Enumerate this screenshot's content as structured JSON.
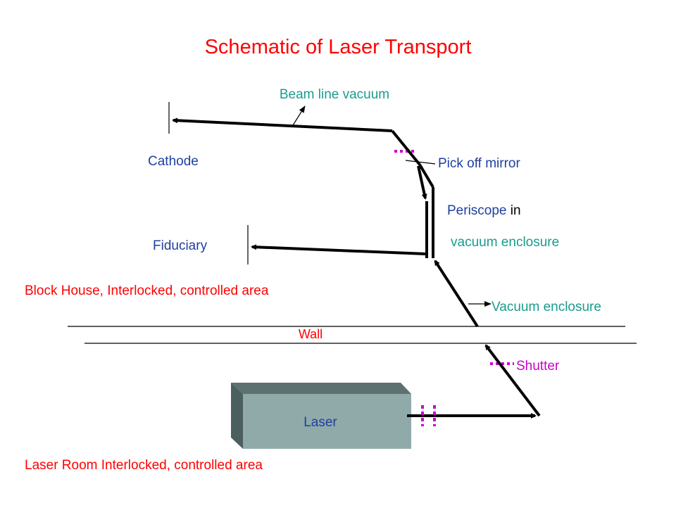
{
  "title": "Schematic of Laser Transport",
  "labels": {
    "beam_line_vacuum": "Beam line vacuum",
    "cathode": "Cathode",
    "pick_off_mirror": "Pick off mirror",
    "periscope_word": "Periscope",
    "periscope_in": " in",
    "periscope_line2": "vacuum enclosure",
    "fiduciary": "Fiduciary",
    "block_house": "Block House, Interlocked, controlled area",
    "vacuum_enclosure": "Vacuum enclosure",
    "wall": "Wall",
    "shutter": "Shutter",
    "laser": "Laser",
    "laser_room": "Laser Room Interlocked, controlled area"
  },
  "colors": {
    "title": "#ff0000",
    "area_label": "#ff0000",
    "teal": "#1a9c8c",
    "blue": "#1f3f9f",
    "magenta": "#cc00cc",
    "beam": "#000000",
    "laser_front": "#8faaa9",
    "laser_top": "#5d7170",
    "laser_side": "#4a5f5e"
  }
}
